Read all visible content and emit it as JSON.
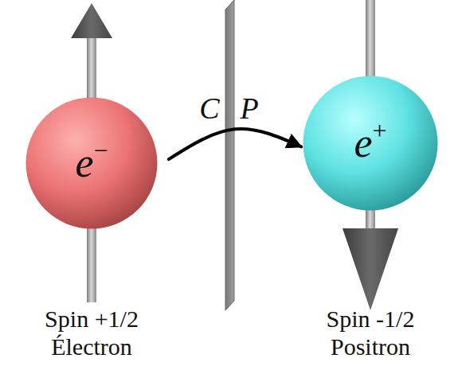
{
  "diagram": {
    "nodes": [
      {
        "text": [
          "e−"
        ]
      },
      {
        "text": [
          "e+"
        ]
      }
    ],
    "edges": [
      {
        "from": 0,
        "to": 1,
        "arrow": "to"
      }
    ],
    "labels": [
      "C",
      "P",
      "Spin +1/2",
      "Électron",
      "Spin -1/2",
      "Positron"
    ]
  }
}
